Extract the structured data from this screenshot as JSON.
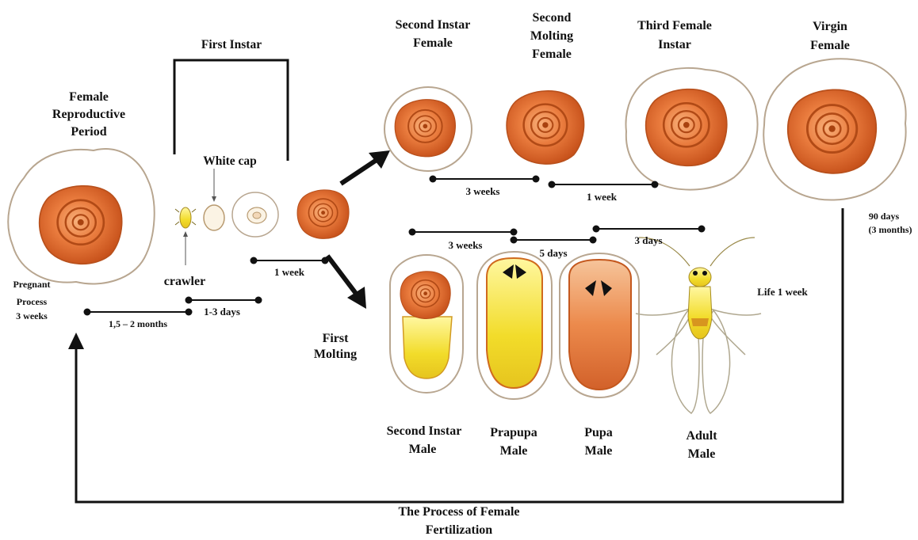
{
  "labels": {
    "first_instar": "First Instar",
    "white_cap": "White cap",
    "crawler": "crawler",
    "female_reproductive": [
      "Female",
      "Reproductive",
      "Period"
    ],
    "pregnant_process": [
      "Pregnant",
      "Process",
      "3 weeks"
    ],
    "first_molting": [
      "First",
      "Molting"
    ],
    "second_instar_female": [
      "Second Instar",
      "Female"
    ],
    "second_molting_female": [
      "Second",
      "Molting",
      "Female"
    ],
    "third_female_instar": [
      "Third Female",
      "Instar"
    ],
    "virgin_female": [
      "Virgin",
      "Female"
    ],
    "ninety_days": [
      "90 days",
      "(3 months)"
    ],
    "second_instar_male": [
      "Second Instar",
      "Male"
    ],
    "prapupa_male": [
      "Prapupa",
      "Male"
    ],
    "pupa_male": [
      "Pupa",
      "Male"
    ],
    "adult_male": [
      "Adult",
      "Male"
    ],
    "life_1_week": "Life 1 week",
    "fertilization": [
      "The Process of Female",
      "Fertilization"
    ]
  },
  "durations": {
    "d1": "1,5 – 2 months",
    "d2": "1-3 days",
    "d3": "1 week",
    "d4": "3 weeks",
    "d5": "1 week",
    "d6": "3 weeks",
    "d7": "5 days",
    "d8": "3 days"
  },
  "colors": {
    "orange_dark": "#c9541a",
    "orange_mid": "#e8773a",
    "orange_light": "#f6a46a",
    "yellow": "#f4e23a",
    "outline": "#b8a690",
    "ink": "#111111"
  }
}
